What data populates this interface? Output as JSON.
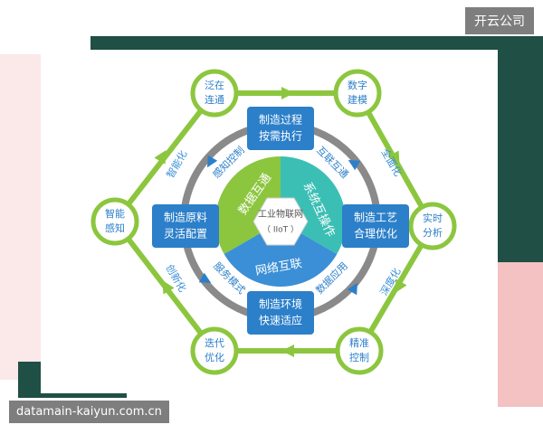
{
  "brand": "开云公司",
  "watermark": "datamain-kaiyun.com.cn",
  "colors": {
    "green": "#8cc63f",
    "green_dark": "#5aa832",
    "blue": "#3b8fd6",
    "teal": "#3bbfb5",
    "node_blue": "#2c7fc9",
    "gray_ring": "#8a8a8a",
    "accent_bg": "#1f4f45",
    "pink": "#f4b8b8"
  },
  "center": {
    "label_line1": "工业物联网",
    "label_line2": "（ IIoT ）",
    "segments": [
      "数据互通",
      "系统互操作",
      "网络互联"
    ]
  },
  "outer_nodes": [
    {
      "line1": "泛在",
      "line2": "连通"
    },
    {
      "line1": "数字",
      "line2": "建模"
    },
    {
      "line1": "实时",
      "line2": "分析"
    },
    {
      "line1": "精准",
      "line2": "控制"
    },
    {
      "line1": "迭代",
      "line2": "优化"
    },
    {
      "line1": "智能",
      "line2": "感知"
    }
  ],
  "edge_labels": [
    "全面化",
    "深度化",
    "创新化",
    "智能化"
  ],
  "boxes": [
    {
      "line1": "制造过程",
      "line2": "按需执行"
    },
    {
      "line1": "制造工艺",
      "line2": "合理优化"
    },
    {
      "line1": "制造环境",
      "line2": "快速适应"
    },
    {
      "line1": "制造原料",
      "line2": "灵活配置"
    }
  ],
  "ring_labels": [
    "感知控制",
    "互联互通",
    "数据应用",
    "服务模式"
  ]
}
